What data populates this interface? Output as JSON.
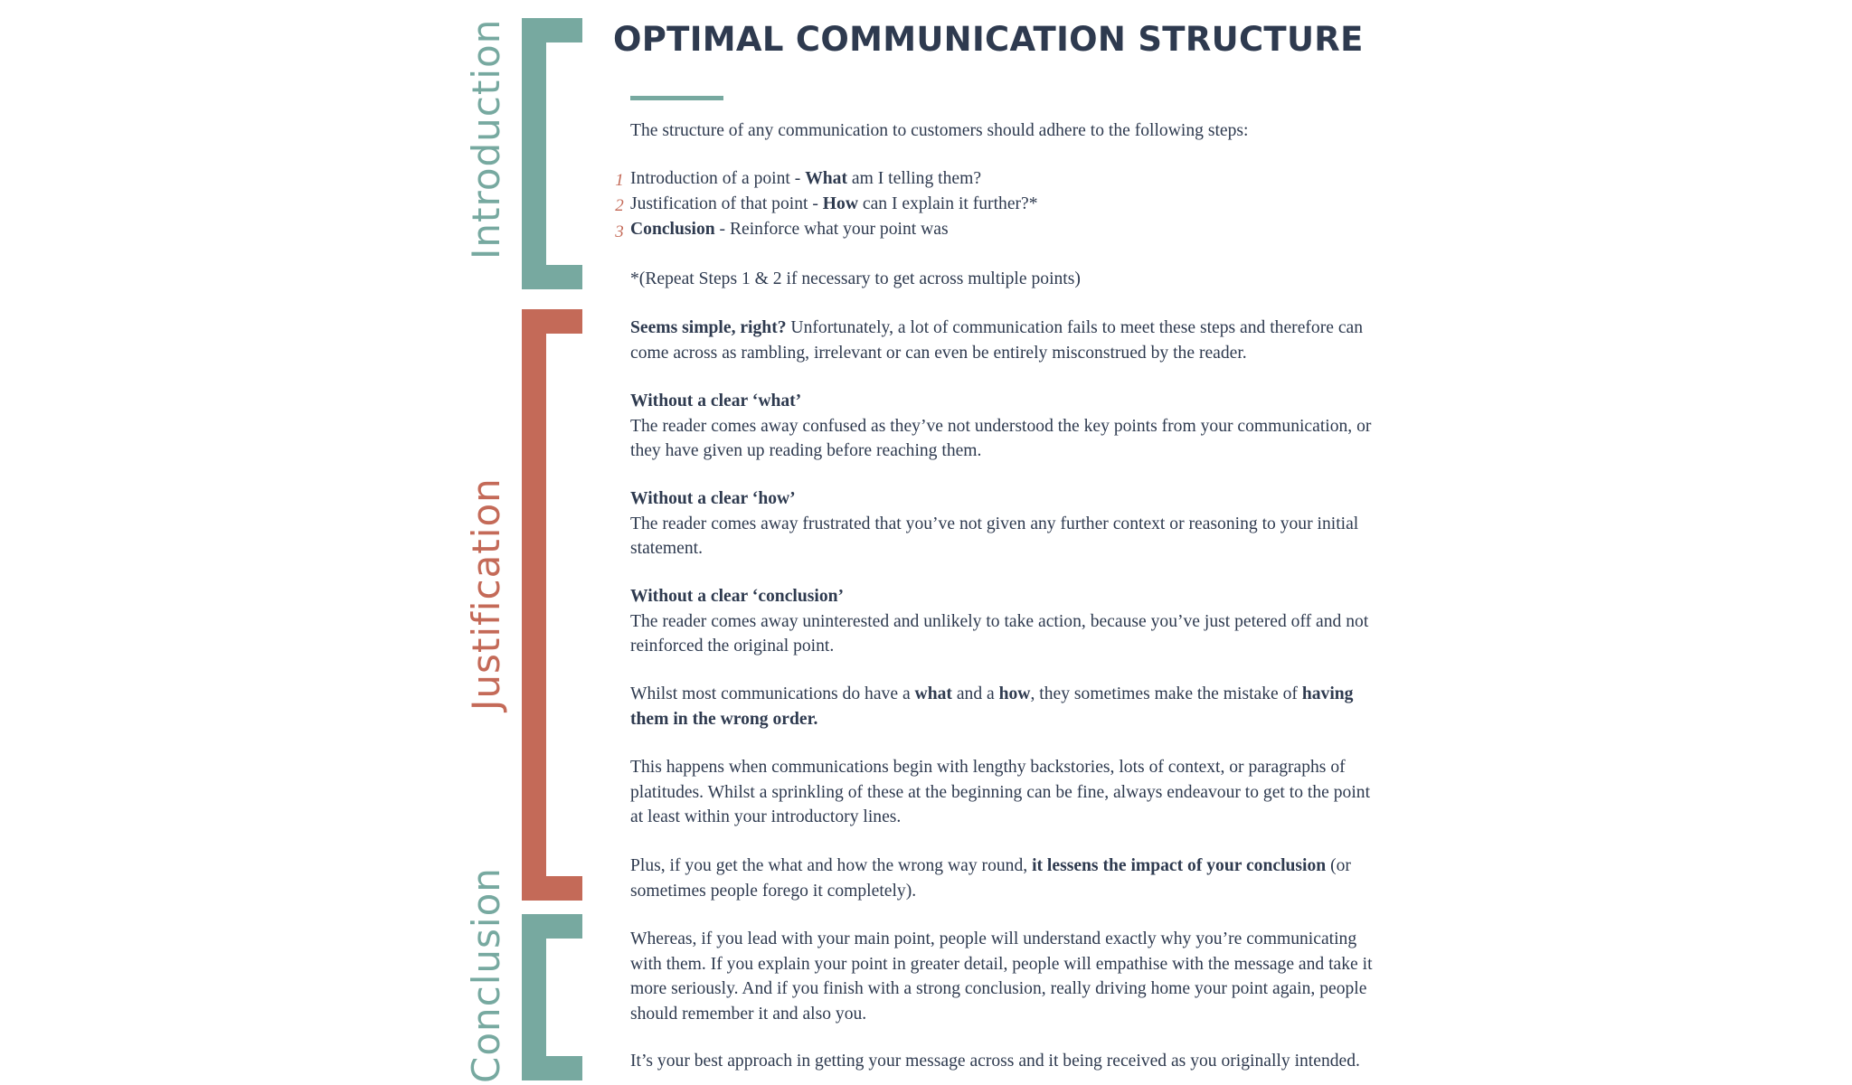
{
  "colors": {
    "teal": "#77a9a0",
    "rust": "#c46a58",
    "navy": "#2e3a4f"
  },
  "side_labels": {
    "introduction": "Introduction",
    "justification": "Justification",
    "conclusion": "Conclusion"
  },
  "title": "OPTIMAL COMMUNICATION STRUCTURE",
  "intro": "The structure of any communication to customers should adhere to the following steps:",
  "steps": [
    {
      "num": "1",
      "pre": "Introduction of a point - ",
      "bold": "What",
      "post": " am I telling them?"
    },
    {
      "num": "2",
      "pre": "Justification of that point - ",
      "bold": "How",
      "post": " can I explain it further?*"
    },
    {
      "num": "3",
      "pre": "",
      "bold": "Conclusion",
      "post": " - Reinforce what your point was"
    }
  ],
  "repeat_note": "*(Repeat Steps 1 & 2 if necessary to get across multiple points)",
  "simple": {
    "bold": "Seems simple, right?",
    "text": " Unfortunately, a lot of communication fails to meet these steps and therefore can come across as rambling, irrelevant or can even be entirely misconstrued by the reader."
  },
  "what": {
    "heading": "Without a clear ‘what’",
    "text": "The reader comes away confused as they’ve not understood the key points from your communication, or they have given up reading before reaching them."
  },
  "how": {
    "heading": "Without a clear ‘how’",
    "text": "The reader comes away frustrated that you’ve not given any further context or reasoning to your initial statement."
  },
  "conclusion_para": {
    "heading": "Without a clear ‘conclusion’",
    "text": "The reader comes away uninterested and unlikely to take action, because you’ve just petered off and not reinforced the original point."
  },
  "order": {
    "t1": "Whilst most communications do have a ",
    "b1": "what",
    "t2": " and a ",
    "b2": "how",
    "t3": ", they sometimes make the mistake of ",
    "b3": "having them in the wrong order."
  },
  "happens": "This happens when communications begin with lengthy backstories, lots of context, or paragraphs of platitudes. Whilst a sprinkling of these at the beginning can be fine, always endeavour to get to the point at least within your introductory lines.",
  "plus": {
    "t1": "Plus, if you get the what and how the wrong way round, ",
    "b1": "it lessens the impact of your conclusion",
    "t2": " (or sometimes people forego it completely)."
  },
  "whereas": "Whereas, if you lead with your main point, people will understand exactly why you’re communicating with them. If you explain your point in greater detail, people will empathise with the message and take it more seriously. And if you finish with a strong conclusion, really driving home your point again, people should remember it and also you.",
  "closing": "It’s your best approach in getting your message across and it being received as you originally intended."
}
